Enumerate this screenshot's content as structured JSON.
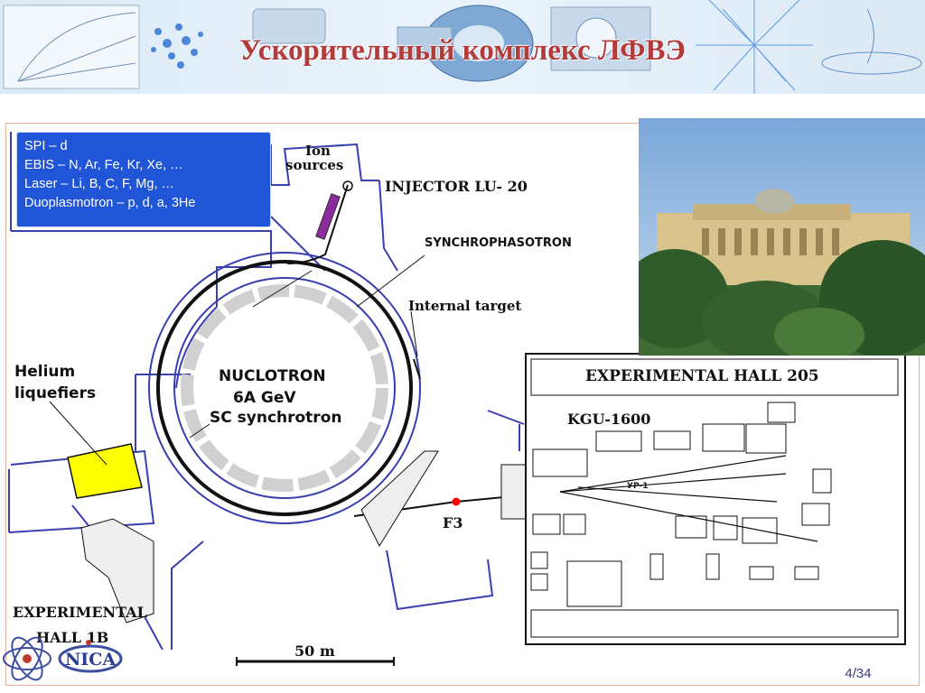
{
  "title": "Ускорительный комплекс ЛФВЭ",
  "page_number": "4/34",
  "sources": [
    "SPI – d",
    "EBIS    – N, Ar, Fe, Kr, Xe, …",
    "Laser    – Li, B, C, F, Mg, …",
    "Duoplasmotron – p, d, a, 3He"
  ],
  "labels": {
    "ion_sources_1": "Ion",
    "ion_sources_2": "sources",
    "injector": "INJECTOR LU- 20",
    "synchrophasotron": "SYNCHROPHASOTRON",
    "internal_target": "Internal target",
    "nuclotron": "NUCLOTRON",
    "energy": "6A GeV",
    "sc_synchrotron": "SC synchrotron",
    "helium_1": "Helium",
    "helium_2": "liquefiers",
    "exp_hall_205": "EXPERIMENTAL HALL 205",
    "kgu": "KGU-1600",
    "f3": "F3",
    "exp_hall_1b_1": "EXPERIMENTAL",
    "exp_hall_1b_2": "HALL 1B",
    "scale": "50 m",
    "yp": "УР-1"
  },
  "logo": {
    "text": "NICA"
  },
  "colors": {
    "title": "#b23b3b",
    "box_bg": "#1f55d6",
    "wall": "#3a3fb0",
    "beam": "#111111",
    "helium": "#ffff00",
    "target": "#ff0000"
  }
}
